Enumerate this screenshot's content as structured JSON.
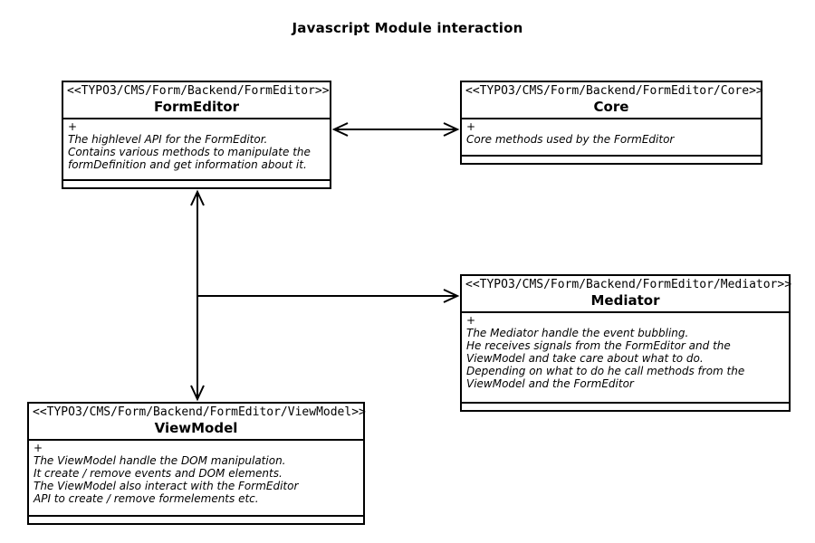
{
  "title": "Javascript Module interaction",
  "classes": {
    "formeditor": {
      "stereotype": "<<TYPO3/CMS/Form/Backend/FormEditor>>",
      "name": "FormEditor",
      "visibility": "+",
      "description": "The highlevel API for the FormEditor.\nContains various methods to manipulate the\nformDefinition and get information about it."
    },
    "core": {
      "stereotype": "<<TYPO3/CMS/Form/Backend/FormEditor/Core>>",
      "name": "Core",
      "visibility": "+",
      "description": "Core methods used by the FormEditor"
    },
    "mediator": {
      "stereotype": "<<TYPO3/CMS/Form/Backend/FormEditor/Mediator>>",
      "name": "Mediator",
      "visibility": "+",
      "description": "The Mediator handle the event bubbling.\nHe receives signals from the FormEditor and the\nViewModel and take care about what to do.\nDepending on what to do he call methods from the\nViewModel and the FormEditor"
    },
    "viewmodel": {
      "stereotype": "<<TYPO3/CMS/Form/Backend/FormEditor/ViewModel>>",
      "name": "ViewModel",
      "visibility": "+",
      "description": "The ViewModel handle the DOM manipulation.\nIt create / remove events and DOM elements.\nThe ViewModel also interact with the FormEditor\nAPI to create / remove formelements etc."
    }
  },
  "connections": [
    {
      "from": "FormEditor",
      "to": "Core",
      "type": "bidirectional-arrow"
    },
    {
      "from": "FormEditor",
      "to": "ViewModel",
      "type": "bidirectional-arrow"
    },
    {
      "from": "FormEditor-ViewModel-link",
      "to": "Mediator",
      "type": "arrow"
    }
  ],
  "colors": {
    "line": "#000000",
    "background": "#ffffff",
    "text": "#000000"
  }
}
